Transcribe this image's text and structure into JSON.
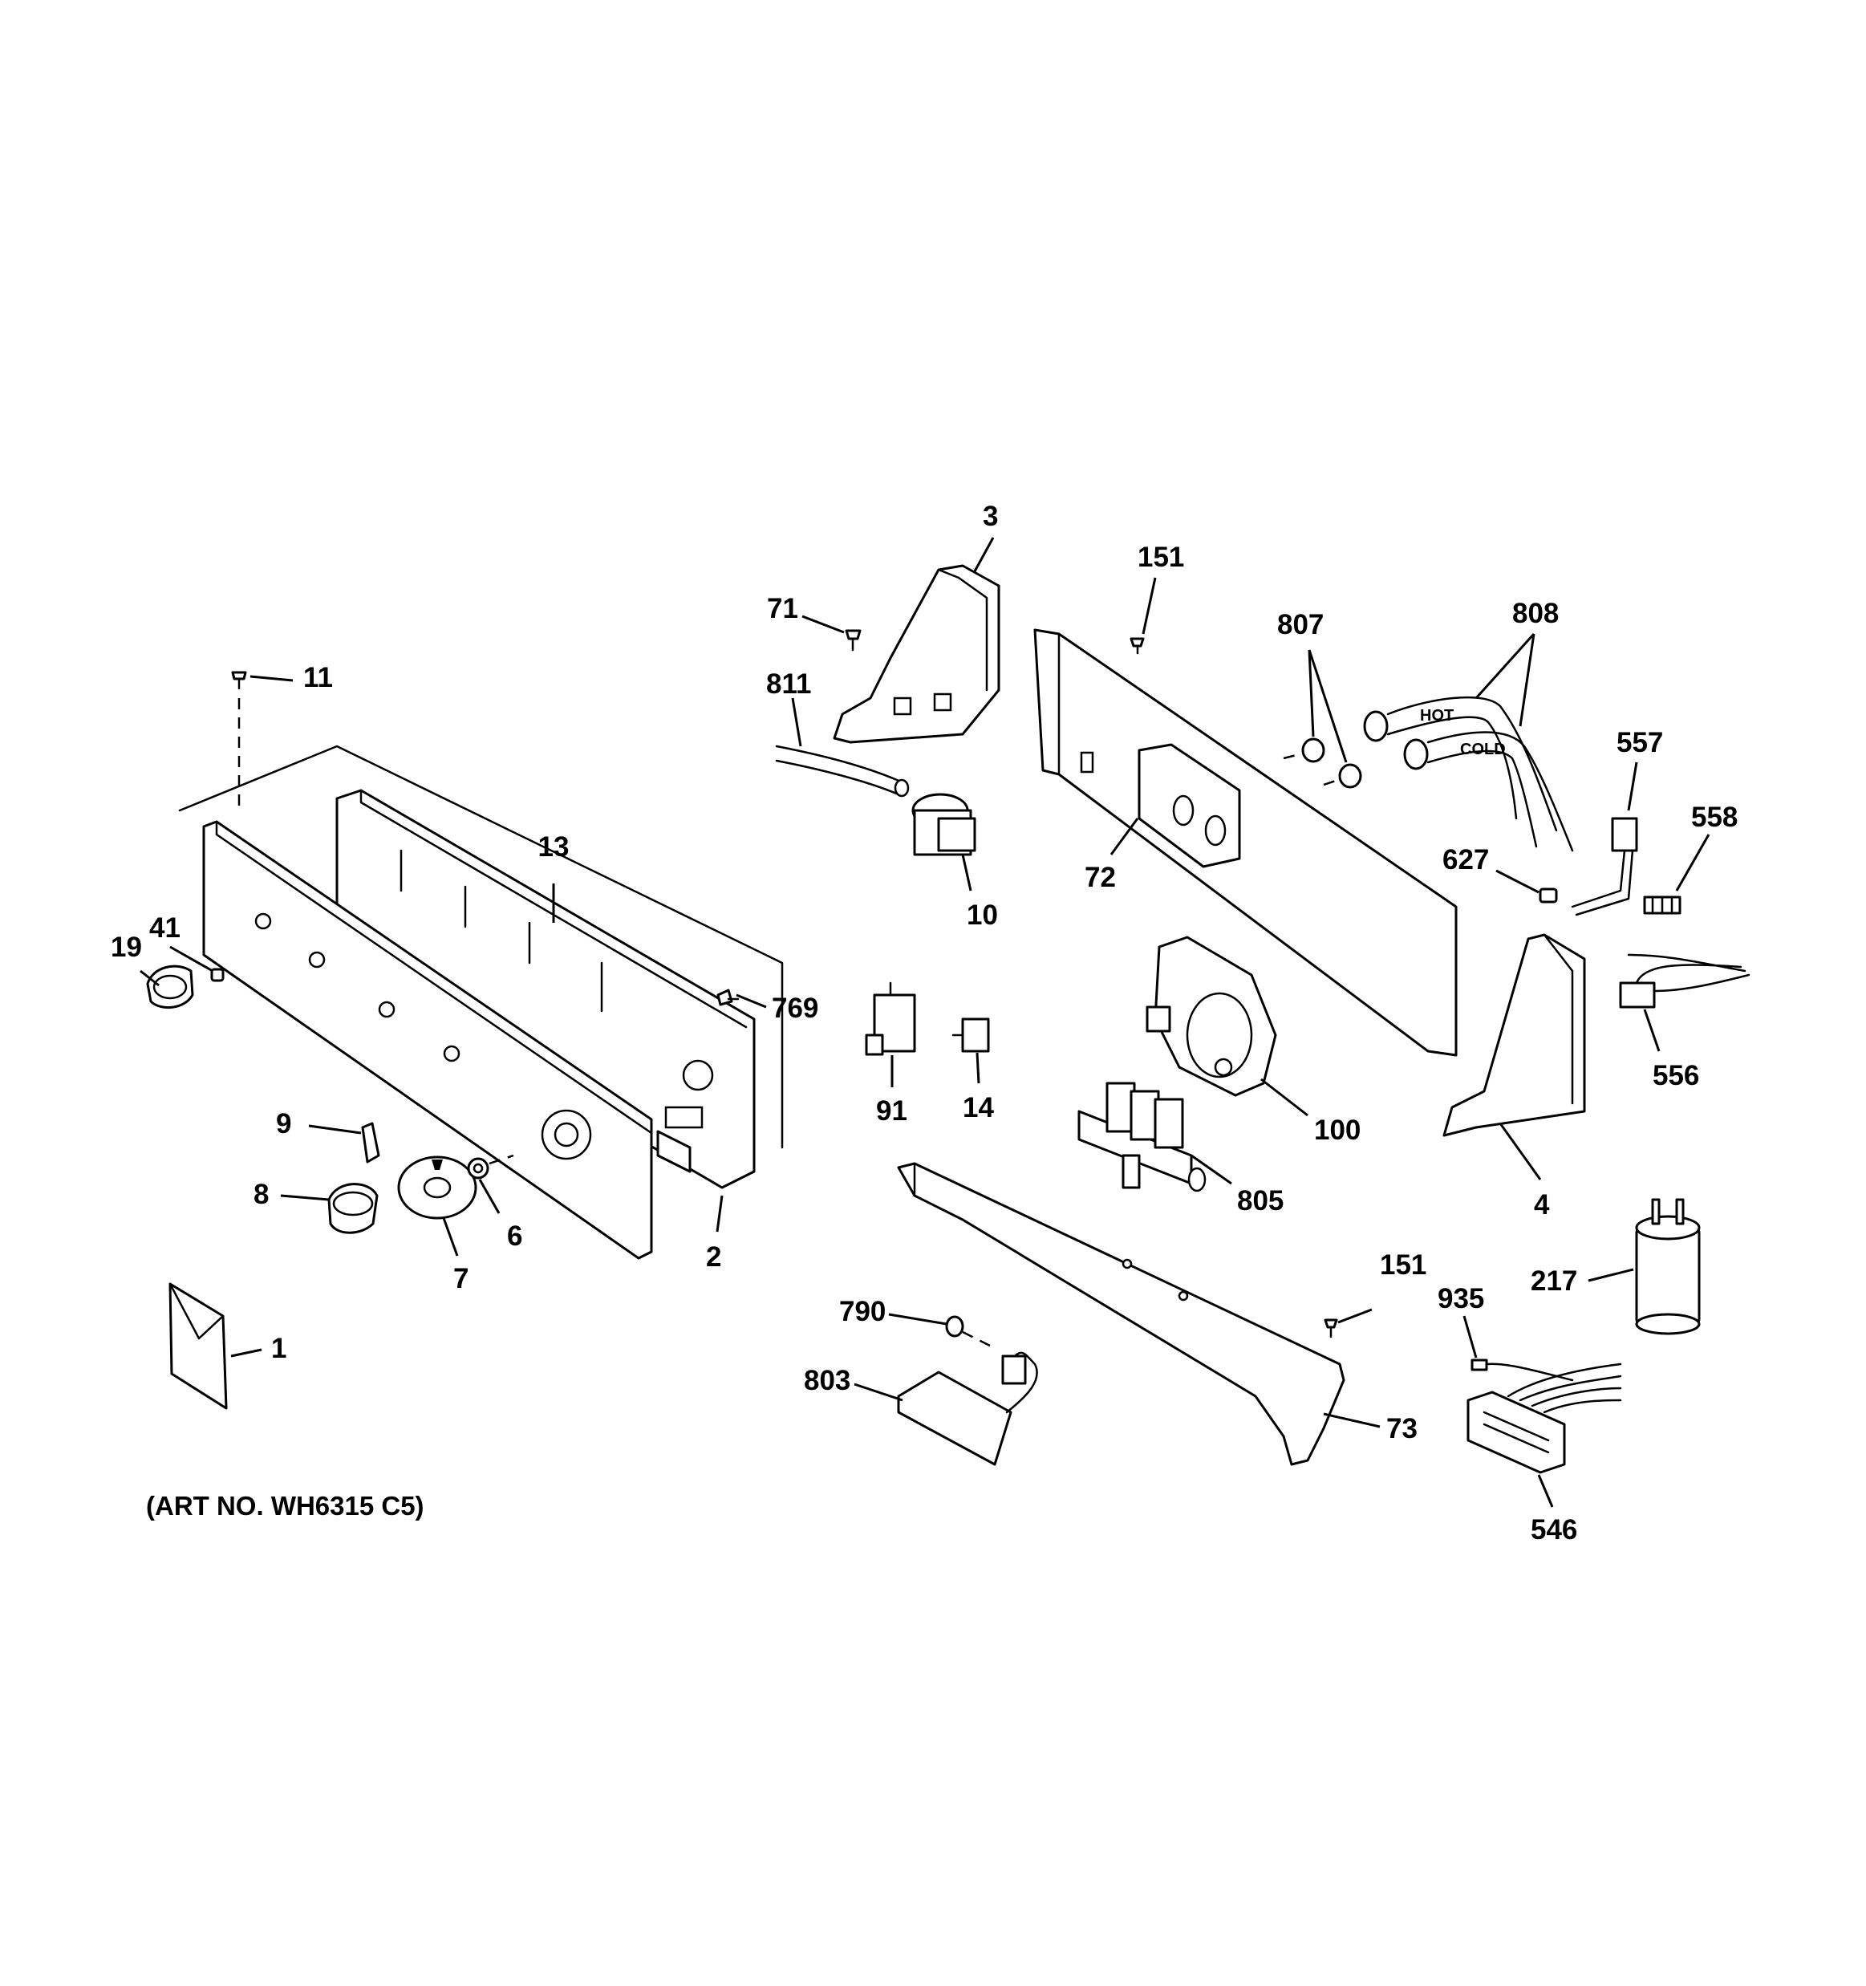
{
  "art_number": "(ART NO. WH6315 C5)",
  "callouts": {
    "c1": "1",
    "c2": "2",
    "c3": "3",
    "c4": "4",
    "c6": "6",
    "c7": "7",
    "c8": "8",
    "c9": "9",
    "c10": "10",
    "c11": "11",
    "c13": "13",
    "c14": "14",
    "c19": "19",
    "c41": "41",
    "c71": "71",
    "c72": "72",
    "c73": "73",
    "c91": "91",
    "c100": "100",
    "c151a": "151",
    "c151b": "151",
    "c217": "217",
    "c546": "546",
    "c556": "556",
    "c557": "557",
    "c558": "558",
    "c627": "627",
    "c769": "769",
    "c790": "790",
    "c803": "803",
    "c805": "805",
    "c807": "807",
    "c808": "808",
    "c811": "811",
    "c935": "935"
  },
  "hose_labels": {
    "hot": "HOT",
    "cold": "COLD"
  }
}
